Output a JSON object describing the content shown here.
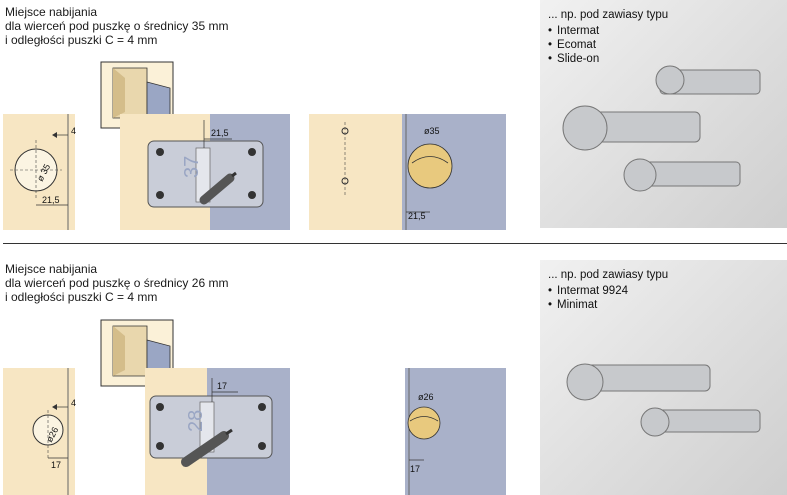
{
  "sections": [
    {
      "heading": [
        "Miejsce nabijania",
        "dla wierceń pod puszkę o średnicy 35 mm",
        "i odległości puszki C = 4 mm"
      ],
      "dims": {
        "c": "4",
        "dia_left": "ø 35",
        "off_left": "21,5",
        "off_mid": "21,5",
        "big": "37",
        "dia_right": "ø35",
        "off_right": "21,5"
      },
      "photo_caption": "... np. pod zawiasy typu",
      "hinges": [
        "Intermat",
        "Ecomat",
        "Slide-on"
      ]
    },
    {
      "heading": [
        "Miejsce nabijania",
        "dla wierceń pod puszkę o średnicy 26 mm",
        "i odległości puszki C = 4 mm"
      ],
      "dims": {
        "c": "4",
        "dia_left": "ø26",
        "off_left": "17",
        "off_mid": "17",
        "big": "28",
        "dia_right": "ø26",
        "off_right": "17"
      },
      "photo_caption": "... np. pod zawiasy typu",
      "hinges": [
        "Intermat 9924",
        "Minimat"
      ]
    }
  ],
  "colors": {
    "wood": "#f7e6c3",
    "steel": "#a9b1c9",
    "cup": "#e8c97e",
    "plate": "#c9cdd8",
    "photo_bg": "#e2e2e2"
  }
}
